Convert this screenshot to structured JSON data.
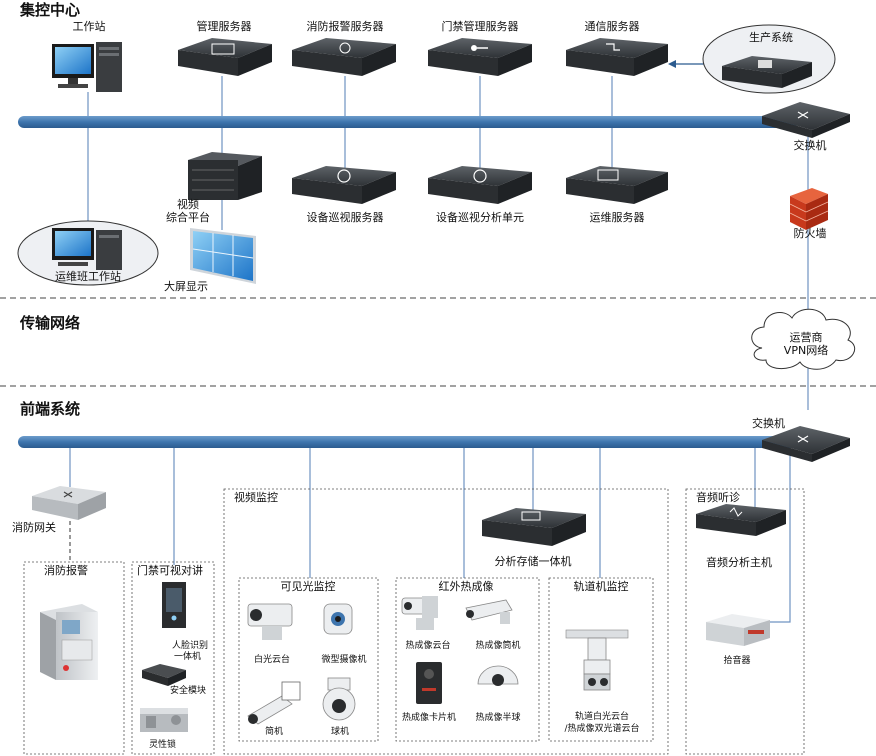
{
  "sections": {
    "center": "集控中心",
    "transport": "传输网络",
    "frontend": "前端系统"
  },
  "center": {
    "workstation": "工作站",
    "mgmt_server": "管理服务器",
    "fire_server": "消防报警服务器",
    "access_server": "门禁管理服务器",
    "comm_server": "通信服务器",
    "production_system": "生产系统",
    "switch": "交换机",
    "video_platform_line1": "视频",
    "video_platform_line2": "综合平台",
    "patrol_server": "设备巡视服务器",
    "patrol_analysis": "设备巡视分析单元",
    "ops_server": "运维服务器",
    "firewall": "防火墙",
    "ops_workstation": "运维班工作站",
    "big_screen": "大屏显示"
  },
  "transport": {
    "vpn_line1": "运营商",
    "vpn_line2": "VPN网络"
  },
  "frontend": {
    "switch": "交换机",
    "fire_gateway": "消防网关",
    "fire_alarm": "消防报警",
    "access_intercom": "门禁可视对讲",
    "face_recognition_line1": "人脸识别",
    "face_recognition_line2": "一体机",
    "safety_module": "安全模块",
    "smart_lock": "灵性锁",
    "video_monitoring": "视频监控",
    "storage_unit": "分析存储一体机",
    "visible_light": "可见光监控",
    "white_ptz": "白光云台",
    "micro_camera": "微型摄像机",
    "bullet_cam": "简机",
    "dome_cam": "球机",
    "thermal": "红外热成像",
    "thermal_ptz": "热成像云台",
    "thermal_bullet": "热成像筒机",
    "thermal_card": "热成像卡片机",
    "thermal_hemi": "热成像半球",
    "rail_monitor": "轨道机监控",
    "rail_ptz_line1": "轨道白光云台",
    "rail_ptz_line2": "/热成像双光谱云台",
    "audio": "音频听诊",
    "audio_host": "音频分析主机",
    "pickup": "拾音器"
  }
}
